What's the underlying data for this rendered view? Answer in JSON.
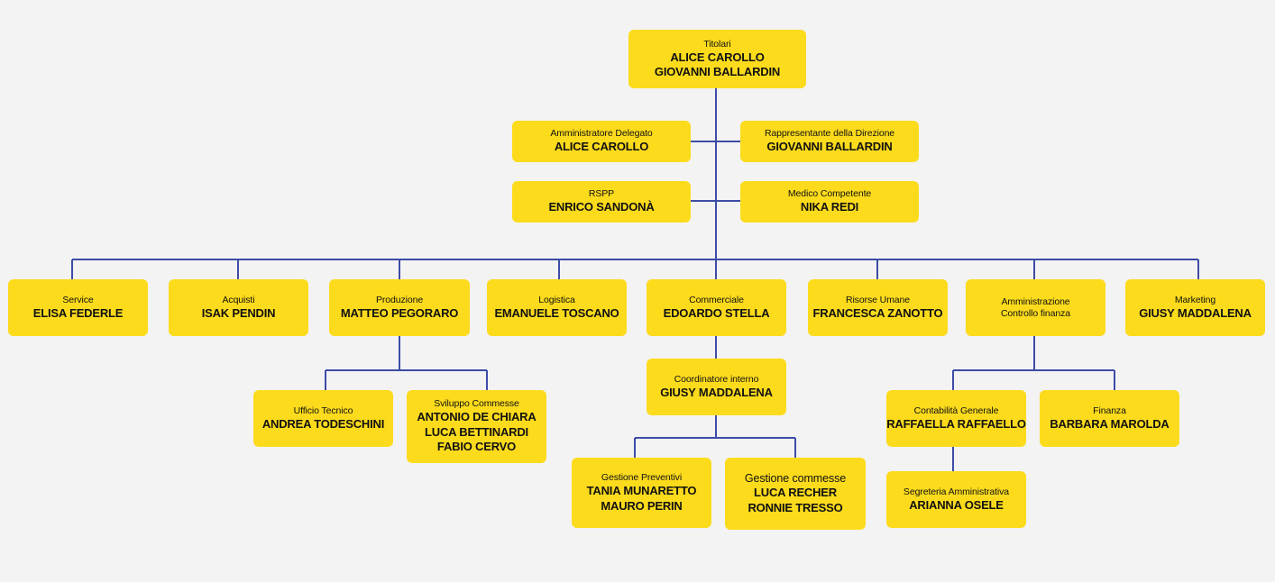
{
  "colors": {
    "box_fill": "#fcdb1c",
    "connector": "#3d4ca6",
    "background": "#f3f3f3"
  },
  "nodes": {
    "titolari": {
      "role": [
        "Titolari"
      ],
      "names": [
        "ALICE CAROLLO",
        "GIOVANNI BALLARDIN"
      ]
    },
    "ad": {
      "role": [
        "Amministratore Delegato"
      ],
      "names": [
        "ALICE CAROLLO"
      ]
    },
    "rappresentante": {
      "role": [
        "Rappresentante della Direzione"
      ],
      "names": [
        "GIOVANNI BALLARDIN"
      ]
    },
    "rspp": {
      "role": [
        "RSPP"
      ],
      "names": [
        "ENRICO SANDONÀ"
      ]
    },
    "medico": {
      "role": [
        "Medico Competente"
      ],
      "names": [
        "NIKA REDI"
      ]
    },
    "service": {
      "role": [
        "Service"
      ],
      "names": [
        "ELISA FEDERLE"
      ]
    },
    "acquisti": {
      "role": [
        "Acquisti"
      ],
      "names": [
        "ISAK PENDIN"
      ]
    },
    "produzione": {
      "role": [
        "Produzione"
      ],
      "names": [
        "MATTEO PEGORARO"
      ]
    },
    "logistica": {
      "role": [
        "Logistica"
      ],
      "names": [
        "EMANUELE TOSCANO"
      ]
    },
    "commerciale": {
      "role": [
        "Commerciale"
      ],
      "names": [
        "EDOARDO STELLA"
      ]
    },
    "risorse": {
      "role": [
        "Risorse Umane"
      ],
      "names": [
        "FRANCESCA ZANOTTO"
      ]
    },
    "amministrazione": {
      "role": [
        "Amministrazione",
        "Controllo finanza"
      ],
      "names": []
    },
    "marketing": {
      "role": [
        "Marketing"
      ],
      "names": [
        "GIUSY MADDALENA"
      ]
    },
    "ufficio_tecnico": {
      "role": [
        "Ufficio Tecnico"
      ],
      "names": [
        "ANDREA TODESCHINI"
      ]
    },
    "sviluppo": {
      "role": [
        "Sviluppo Commesse"
      ],
      "names": [
        "ANTONIO DE CHIARA",
        "LUCA BETTINARDI",
        "FABIO CERVO"
      ]
    },
    "coordinatore": {
      "role": [
        "Coordinatore interno"
      ],
      "names": [
        "GIUSY MADDALENA"
      ]
    },
    "preventivi": {
      "role": [
        "Gestione Preventivi"
      ],
      "names": [
        "TANIA MUNARETTO",
        "MAURO PERIN"
      ]
    },
    "commesse": {
      "role": [
        "Gestione commesse"
      ],
      "names": [
        "LUCA RECHER",
        "RONNIE TRESSO"
      ]
    },
    "contabilita": {
      "role": [
        "Contabilità Generale"
      ],
      "names": [
        "RAFFAELLA RAFFAELLO"
      ]
    },
    "finanza": {
      "role": [
        "Finanza"
      ],
      "names": [
        "BARBARA MAROLDA"
      ]
    },
    "segreteria": {
      "role": [
        "Segreteria Amministrativa"
      ],
      "names": [
        "ARIANNA OSELE"
      ]
    }
  }
}
